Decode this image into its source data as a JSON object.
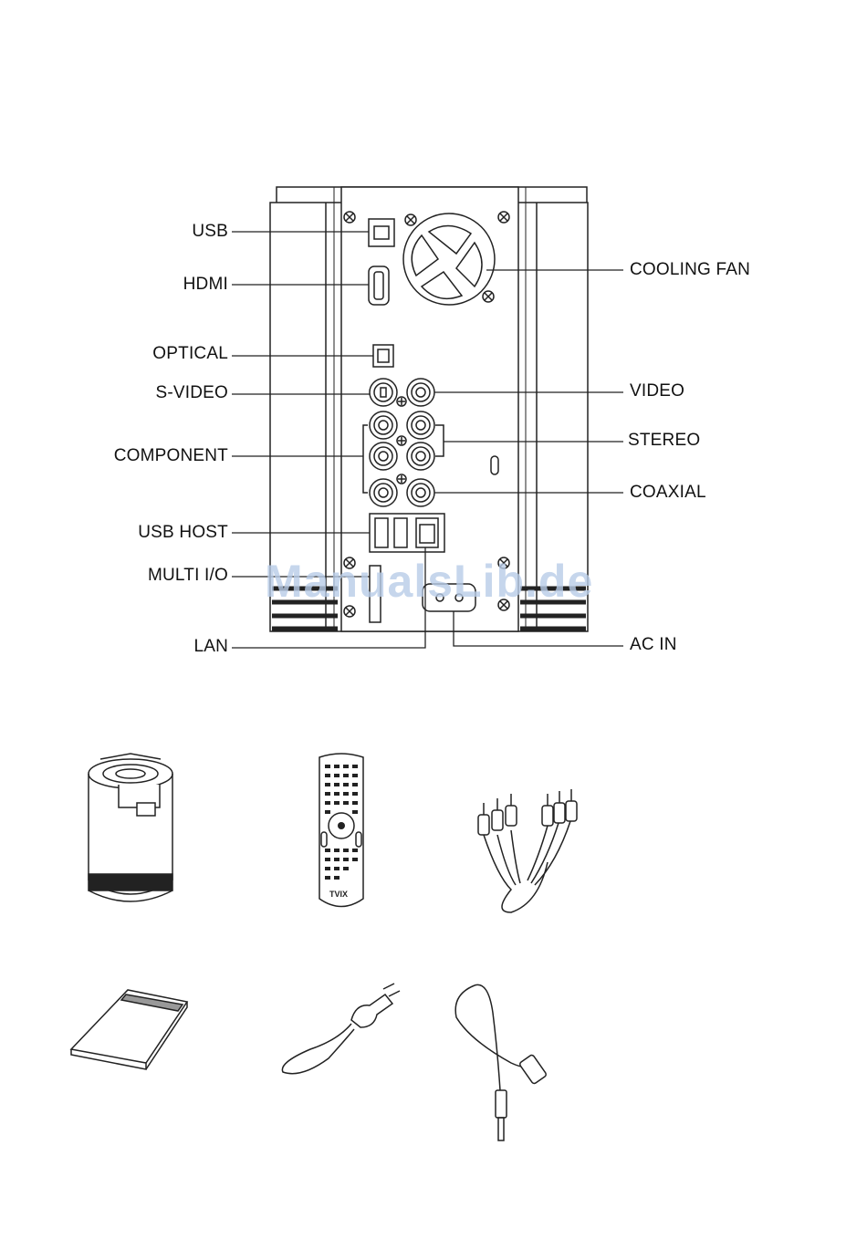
{
  "diagram": {
    "left_labels": {
      "usb": "USB",
      "hdmi": "HDMI",
      "optical": "OPTICAL",
      "svideo": "S-VIDEO",
      "component": "COMPONENT",
      "usb_host": "USB HOST",
      "multi_io": "MULTI I/O",
      "lan": "LAN"
    },
    "right_labels": {
      "cooling_fan": "COOLING FAN",
      "video": "VIDEO",
      "stereo": "STEREO",
      "coaxial": "COAXIAL",
      "ac_in": "AC IN"
    }
  },
  "watermark": "ManualsLib.de",
  "accessories": {
    "remote_brand": "TVIX",
    "items": [
      "hdd-enclosure",
      "remote-control",
      "av-cable",
      "manual-booklet",
      "power-cord",
      "optical-cable"
    ]
  }
}
